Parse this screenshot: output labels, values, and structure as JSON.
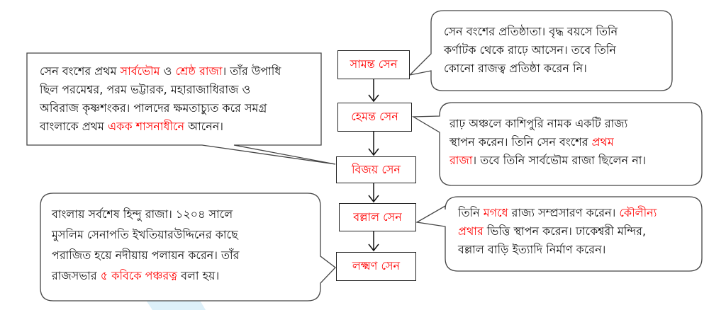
{
  "colors": {
    "highlight": "#ff0000",
    "text": "#111111",
    "border": "#222222"
  },
  "flow": [
    {
      "label": "সামন্ত সেন"
    },
    {
      "label": "হেমন্ত সেন"
    },
    {
      "label": "বিজয় সেন"
    },
    {
      "label": "বল্লাল সেন"
    },
    {
      "label": "লক্ষ্মণ সেন"
    }
  ],
  "callouts": [
    {
      "target": "বিজয় সেন",
      "lines": [
        [
          {
            "t": "সেন বংশের প্রথম ",
            "red": false
          },
          {
            "t": "সার্বভৌম",
            "red": true
          },
          {
            "t": " ও ",
            "red": false
          },
          {
            "t": "শ্রেষ্ঠ রাজা",
            "red": true
          },
          {
            "t": "। তাঁর উপাধি",
            "red": false
          }
        ],
        [
          {
            "t": "ছিল পরমেশ্বর, পরম ভট্টারক, মহারাজাধিরাজ ও",
            "red": false
          }
        ],
        [
          {
            "t": "অবিরাজ কৃষ্ণশংকর। পালদের ক্ষমতাচ্যুত করে সমগ্র",
            "red": false
          }
        ],
        [
          {
            "t": "বাংলাকে প্রথম ",
            "red": false
          },
          {
            "t": "একক শাসনাধীনে",
            "red": true
          },
          {
            "t": " আনেন।",
            "red": false
          }
        ]
      ]
    },
    {
      "target": "সামন্ত সেন",
      "lines": [
        [
          {
            "t": "সেন বংশের প্রতিষ্ঠাতা। বৃদ্ধ বয়সে তিনি",
            "red": false
          }
        ],
        [
          {
            "t": "কর্ণাটক থেকে রাঢ়ে আসেন। তবে তিনি",
            "red": false
          }
        ],
        [
          {
            "t": "কোনো রাজত্ব প্রতিষ্ঠা করেন নি।",
            "red": false
          }
        ]
      ]
    },
    {
      "target": "হেমন্ত সেন",
      "lines": [
        [
          {
            "t": "রাঢ় অঞ্চলে কাশিপুরি নামক একটি রাজ্য",
            "red": false
          }
        ],
        [
          {
            "t": "স্থাপন করেন। তিনি সেন বংশের ",
            "red": false
          },
          {
            "t": "প্রথম",
            "red": true
          }
        ],
        [
          {
            "t": "রাজা",
            "red": true
          },
          {
            "t": "। তবে তিনি সার্বভৌম রাজা ছিলেন না।",
            "red": false
          }
        ]
      ]
    },
    {
      "target": "লক্ষ্মণ সেন",
      "lines": [
        [
          {
            "t": "বাংলায় সর্বশেষ হিন্দু রাজা। ১২০৪ সালে",
            "red": false
          }
        ],
        [
          {
            "t": "মুসলিম সেনাপতি ইখতিয়ারউদ্দিনের কাছে",
            "red": false
          }
        ],
        [
          {
            "t": "পরাজিত হয়ে নদীয়ায় পলায়ন করেন। তাঁর",
            "red": false
          }
        ],
        [
          {
            "t": "রাজসভার ",
            "red": false
          },
          {
            "t": "৫ কবিকে পঞ্চরত্ন",
            "red": true
          },
          {
            "t": " বলা হয়।",
            "red": false
          }
        ]
      ]
    },
    {
      "target": "বল্লাল সেন",
      "lines": [
        [
          {
            "t": "তিনি ",
            "red": false
          },
          {
            "t": "মগধে",
            "red": true
          },
          {
            "t": " রাজ্য সম্প্রসারণ করেন। ",
            "red": false
          },
          {
            "t": "কৌলীন্য",
            "red": true
          }
        ],
        [
          {
            "t": "প্রথার",
            "red": true
          },
          {
            "t": " ভিত্তি স্থাপন করেন। ঢাকেশ্বরী মন্দির,",
            "red": false
          }
        ],
        [
          {
            "t": "বল্লাল বাড়ি ইত্যাদি নির্মাণ করেন।",
            "red": false
          }
        ]
      ]
    }
  ]
}
